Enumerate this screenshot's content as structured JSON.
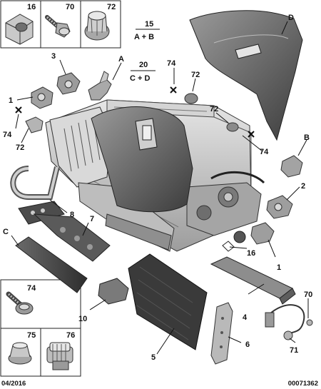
{
  "parts_top_row": [
    {
      "ref": "16",
      "icon": "clip-nut-icon"
    },
    {
      "ref": "70",
      "icon": "screw-icon"
    },
    {
      "ref": "72",
      "icon": "plug-icon"
    }
  ],
  "parts_bottom_col": [
    {
      "ref": "74",
      "icon": "rivet-screw-icon"
    },
    {
      "ref": "75",
      "icon": "cap-icon"
    },
    {
      "ref": "76",
      "icon": "grommet-icon"
    }
  ],
  "groups": {
    "g15": {
      "num": "15",
      "label": "A + B"
    },
    "g20": {
      "num": "20",
      "label": "C + D"
    }
  },
  "callouts": {
    "D": "D",
    "A": "A",
    "B": "B",
    "C": "C",
    "n1a": "1",
    "n1b": "1",
    "n2": "2",
    "n3": "3",
    "n4": "4",
    "n5": "5",
    "n6": "6",
    "n7": "7",
    "n8": "8",
    "n10": "10",
    "n16": "16",
    "n70": "70",
    "n71": "71",
    "n72a": "72",
    "n72b": "72",
    "n72c": "72",
    "n74a": "74",
    "n74b": "74",
    "n74c": "74"
  },
  "footer": {
    "date": "04/2016",
    "ref": "00071362"
  }
}
